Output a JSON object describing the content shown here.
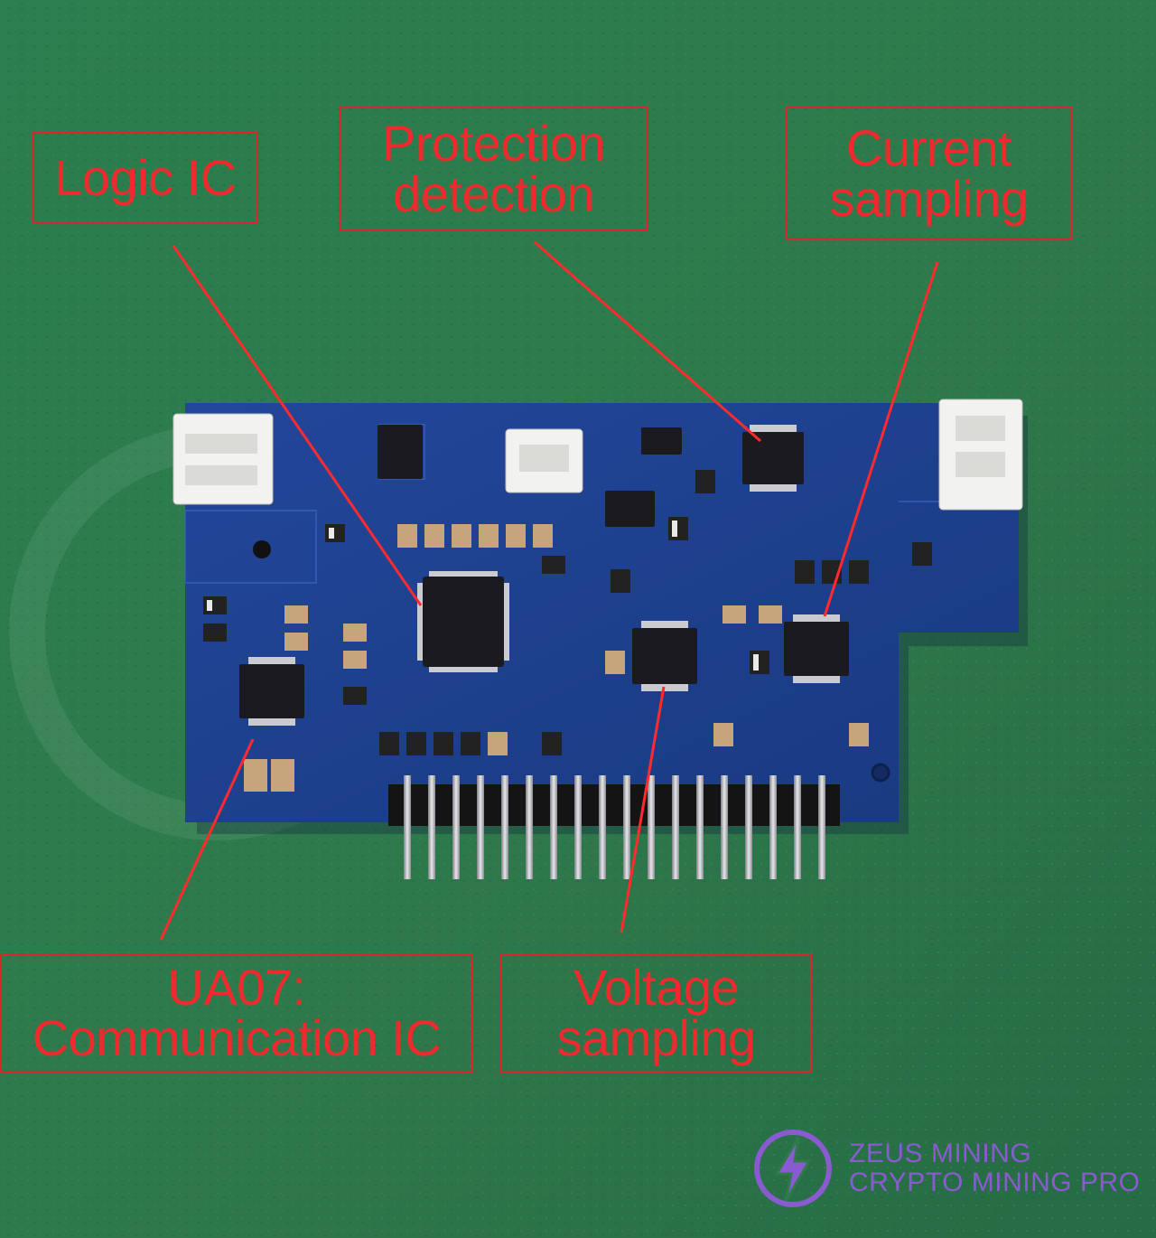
{
  "callouts": {
    "logic_ic": [
      "Logic IC"
    ],
    "protection": [
      "Protection",
      "detection"
    ],
    "current": [
      "Current",
      "sampling"
    ],
    "ua07": [
      "UA07:",
      "Communication IC"
    ],
    "voltage": [
      "Voltage",
      "sampling"
    ]
  },
  "brand": {
    "line1": "ZEUS MINING",
    "line2": "CRYPTO MINING PRO"
  },
  "colors": {
    "annotation_red": "#e8282c",
    "board_blue": "#1d3f8c",
    "mat_green": "#2e7a4d",
    "brand_purple": "#8a5ad0"
  }
}
